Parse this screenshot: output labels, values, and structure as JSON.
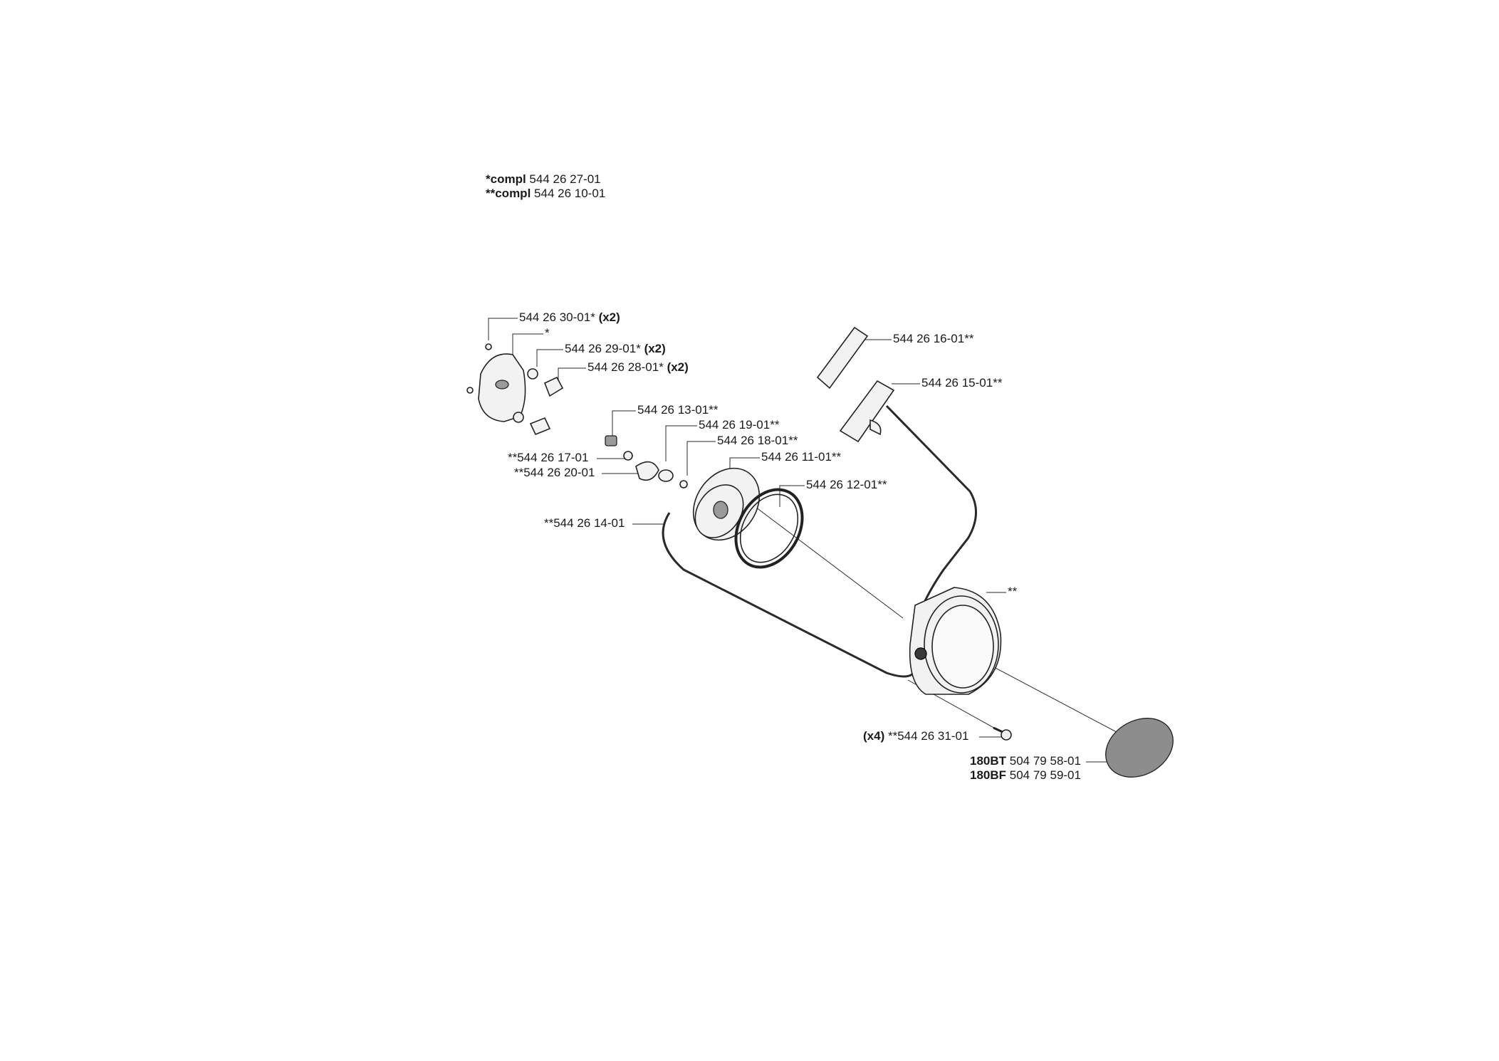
{
  "header": {
    "compl1_bold": "*compl",
    "compl1_value": "544 26 27-01",
    "compl2_bold": "**compl",
    "compl2_value": "544 26 10-01"
  },
  "callouts": {
    "p30": {
      "text": "544 26 30-01*",
      "qty": "(x2)"
    },
    "star": {
      "text": "*"
    },
    "p29": {
      "text": "544 26 29-01*",
      "qty": "(x2)"
    },
    "p28": {
      "text": "544 26 28-01*",
      "qty": "(x2)"
    },
    "p13": {
      "text": "544 26 13-01**"
    },
    "p19": {
      "text": "544 26 19-01**"
    },
    "p18": {
      "text": "544 26 18-01**"
    },
    "p17": {
      "text": "**544 26 17-01"
    },
    "p11": {
      "text": "544 26 11-01**"
    },
    "p20": {
      "text": "**544 26 20-01"
    },
    "p12": {
      "text": "544 26 12-01**"
    },
    "p14": {
      "text": "**544 26 14-01"
    },
    "p16": {
      "text": "544 26 16-01**"
    },
    "p15": {
      "text": "544 26 15-01**"
    },
    "housing": {
      "text": "**"
    },
    "p31": {
      "qty": "(x4)",
      "text": "**544 26 31-01"
    },
    "bt": {
      "model": "180BT",
      "text": "504 79 58-01"
    },
    "bf": {
      "model": "180BF",
      "text": "504 79 59-01"
    }
  }
}
